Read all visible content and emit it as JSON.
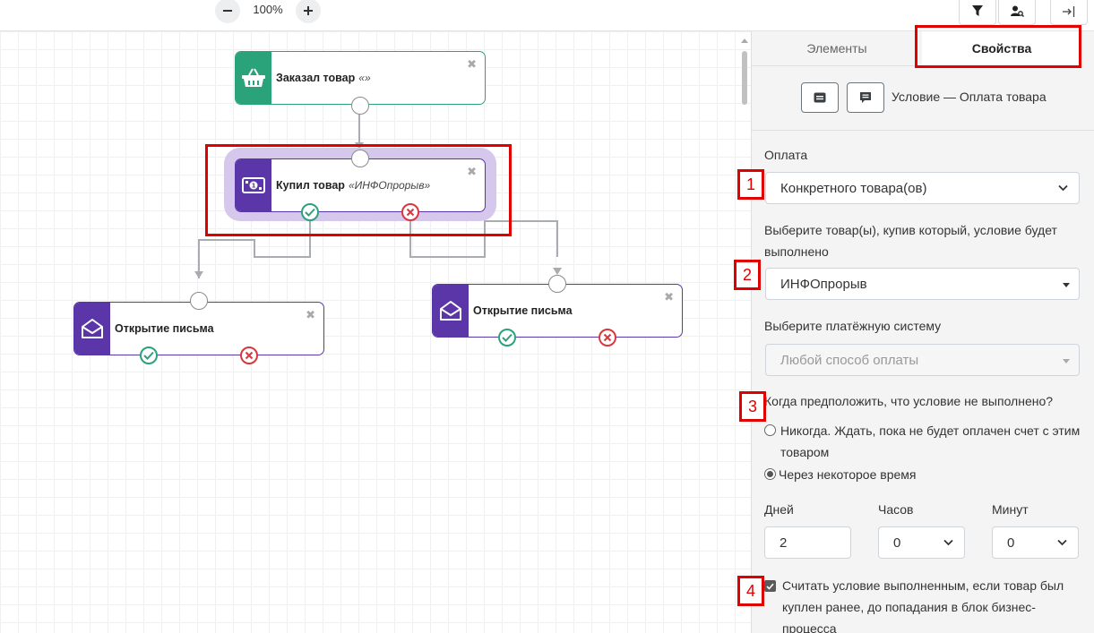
{
  "toolbar": {
    "zoom_value": "100%",
    "zoom_out_icon": "minus-icon",
    "zoom_in_icon": "plus-icon",
    "filter_icon": "filter-icon",
    "user_search_icon": "user-search-icon",
    "collapse_icon": "collapse-panel-icon"
  },
  "canvas": {
    "blocks": [
      {
        "title": "Заказал товар",
        "subtitle": "«»",
        "icon": "basket-icon",
        "color": "#2aa37a"
      },
      {
        "title": "Купил товар",
        "subtitle": "«ИНФОпрорыв»",
        "icon": "money-icon",
        "color": "#5b36a8"
      },
      {
        "title": "Открытие письма",
        "subtitle": "",
        "icon": "open-envelope-icon",
        "color": "#5b36a8"
      },
      {
        "title": "Открытие письма",
        "subtitle": "",
        "icon": "open-envelope-icon",
        "color": "#5b36a8"
      }
    ],
    "colors": {
      "success": "#2aa37a",
      "fail": "#d9363e",
      "selected_halo": "#d6c8ec",
      "annotation": "#e00000"
    }
  },
  "panel": {
    "tabs": [
      {
        "label": "Элементы",
        "active": false
      },
      {
        "label": "Свойства",
        "active": true
      }
    ],
    "tools": [
      "comment-icon",
      "chat-icon"
    ],
    "title": "Условие — Оплата товара",
    "payment": {
      "label": "Оплата",
      "value": "Конкретного товара(ов)"
    },
    "product": {
      "label": "Выберите товар(ы), купив который, условие будет выполнено",
      "value": "ИНФОпрорыв"
    },
    "payment_system": {
      "label": "Выберите платёжную систему",
      "placeholder": "Любой способ оплаты"
    },
    "when_failed": {
      "label": "Когда предположить, что условие не выполнено?",
      "options": [
        {
          "label": "Никогда. Ждать, пока не будет оплачен счет с этим товаром",
          "selected": false
        },
        {
          "label": "Через некоторое время",
          "selected": true
        }
      ]
    },
    "delay": {
      "days_label": "Дней",
      "days_value": "2",
      "hours_label": "Часов",
      "hours_value": "0",
      "minutes_label": "Минут",
      "minutes_value": "0"
    },
    "prior_purchase": {
      "checked": true,
      "label": "Считать условие выполненным, если товар был куплен ранее, до попадания в блок бизнес-процесса"
    }
  },
  "annotations": [
    "1",
    "2",
    "3",
    "4"
  ]
}
